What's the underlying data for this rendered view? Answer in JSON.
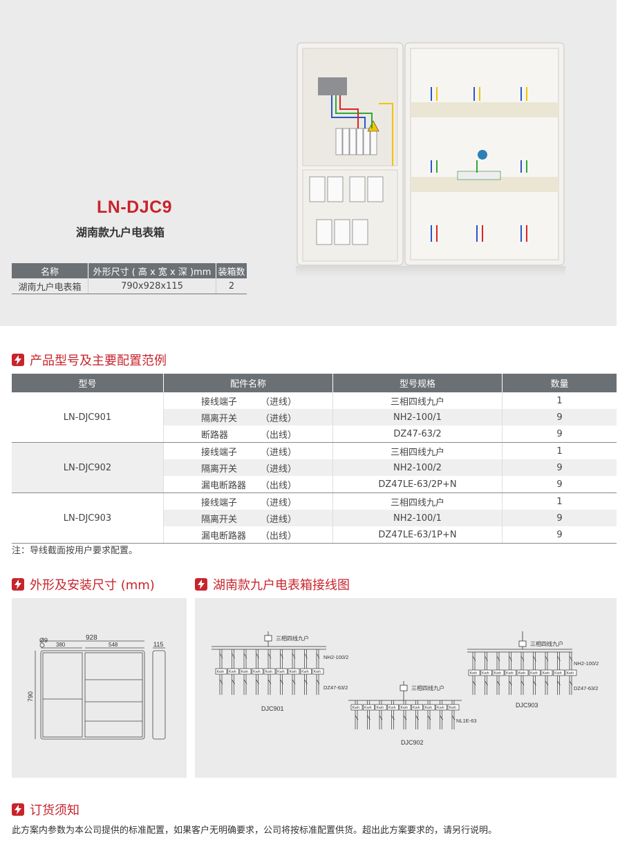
{
  "product": {
    "code": "LN-DJC9",
    "name": "湖南款九户电表箱"
  },
  "spec_table": {
    "headers": [
      "名称",
      "外形尺寸 ( 高 x 宽 x 深 )mm",
      "装箱数"
    ],
    "row": [
      "湖南九户电表箱",
      "790x928x115",
      "2"
    ]
  },
  "sections": {
    "config": "产品型号及主要配置范例",
    "dimensions": "外形及安装尺寸 (mm)",
    "wiring": "湖南款九户电表箱接线图",
    "order": "订货须知"
  },
  "config_table": {
    "headers": [
      "型号",
      "配件名称",
      "型号规格",
      "数量"
    ],
    "groups": [
      {
        "model": "LN-DJC901",
        "rows": [
          {
            "part": "接线端子",
            "kind": "（进线）",
            "spec": "三相四线九户",
            "qty": "1"
          },
          {
            "part": "隔离开关",
            "kind": "（进线）",
            "spec": "NH2-100/1",
            "qty": "9"
          },
          {
            "part": "断路器",
            "kind": "（出线）",
            "spec": "DZ47-63/2",
            "qty": "9"
          }
        ]
      },
      {
        "model": "LN-DJC902",
        "rows": [
          {
            "part": "接线端子",
            "kind": "（进线）",
            "spec": "三相四线九户",
            "qty": "1"
          },
          {
            "part": "隔离开关",
            "kind": "（进线）",
            "spec": "NH2-100/2",
            "qty": "9"
          },
          {
            "part": "漏电断路器",
            "kind": "（出线）",
            "spec": "DZ47LE-63/2P+N",
            "qty": "9"
          }
        ]
      },
      {
        "model": "LN-DJC903",
        "rows": [
          {
            "part": "接线端子",
            "kind": "（进线）",
            "spec": "三相四线九户",
            "qty": "1"
          },
          {
            "part": "隔离开关",
            "kind": "（进线）",
            "spec": "NH2-100/1",
            "qty": "9"
          },
          {
            "part": "漏电断路器",
            "kind": "（出线）",
            "spec": "DZ47LE-63/1P+N",
            "qty": "9"
          }
        ]
      }
    ]
  },
  "note": "注：导线截面按用户要求配置。",
  "dimension_drawing": {
    "diameter": "Ø9",
    "width": "928",
    "left_width": "380",
    "right_width": "548",
    "height": "790",
    "depth": "115"
  },
  "wiring": {
    "inlet_label": "三相四线九户",
    "meter_label": "Kwh",
    "diagrams": [
      {
        "name": "DJC901",
        "top_breaker": "NH2-100/2",
        "bottom_breaker": "DZ47-63/2"
      },
      {
        "name": "DJC902",
        "top_breaker": "",
        "bottom_breaker": "NL1E-63"
      },
      {
        "name": "DJC903",
        "top_breaker": "NH2-100/2",
        "bottom_breaker": "DZ47-63/2"
      }
    ]
  },
  "order_text": "此方案内参数为本公司提供的标准配置，如果客户无明确要求，公司将按标准配置供货。超出此方案要求的，请另行说明。",
  "colors": {
    "accent": "#c8242c",
    "table_header": "#6b7075",
    "panel": "#ebebeb"
  }
}
